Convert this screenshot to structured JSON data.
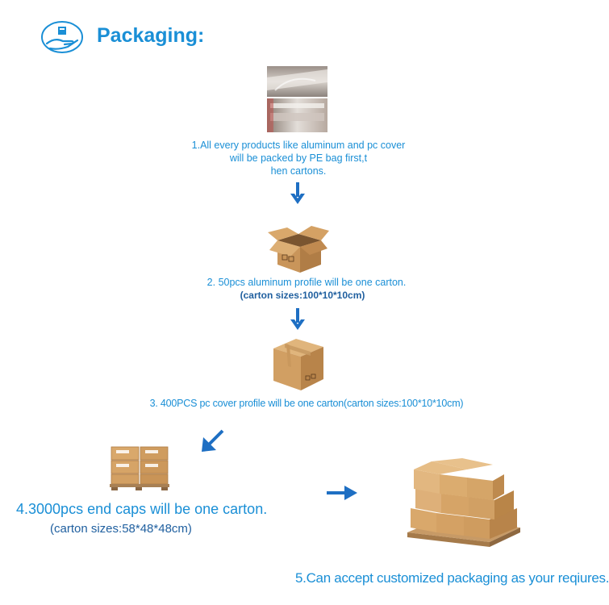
{
  "header": {
    "title": "Packaging:",
    "icon": "hand-holding-box-icon"
  },
  "steps": [
    {
      "lines": [
        "1.All every products like aluminum and pc cover",
        "will be packed by PE bag first,t",
        "hen cartons."
      ]
    },
    {
      "lines": [
        "2.   50pcs aluminum profile will be one carton.",
        "(carton sizes:100*10*10cm)"
      ]
    },
    {
      "lines": [
        "3.   400PCS pc cover profile will be one carton(carton sizes:100*10*10cm)"
      ]
    },
    {
      "lines": [
        "4.3000pcs end caps will be one carton.",
        "(carton sizes:58*48*48cm)"
      ]
    },
    {
      "lines": [
        "5.Can accept customized packaging as your reqiures."
      ]
    }
  ],
  "colors": {
    "accent": "#1a8fd6",
    "arrow": "#1e6fc3",
    "carton": "#c9955a"
  }
}
